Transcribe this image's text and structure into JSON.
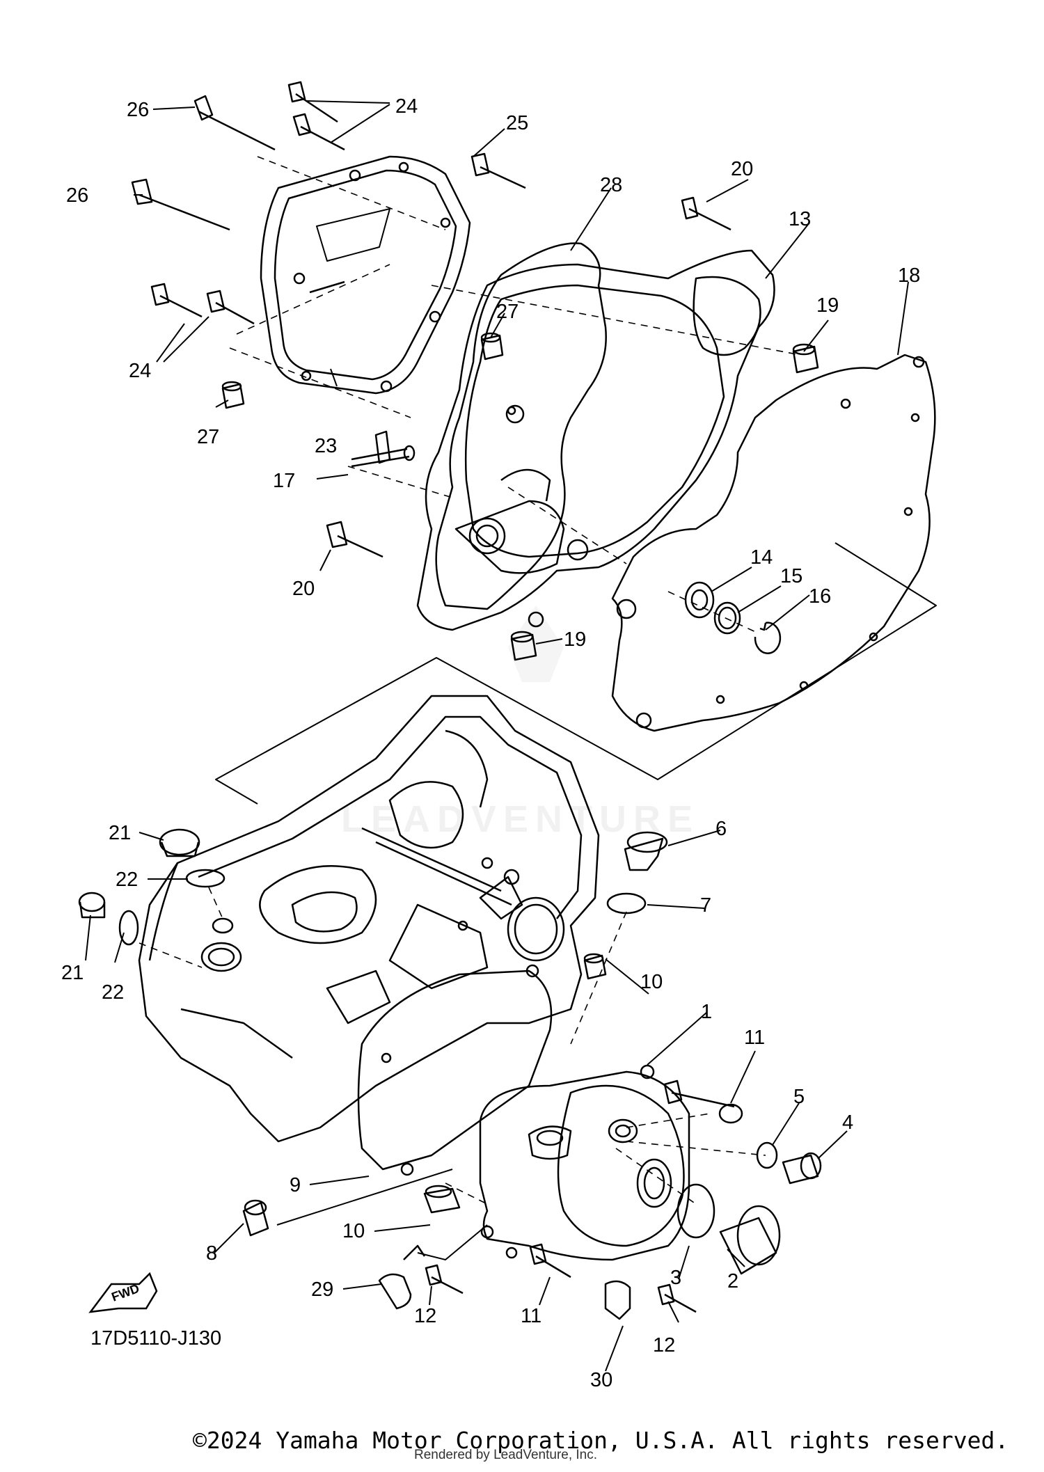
{
  "diagram": {
    "code": "17D5110-J130",
    "fwd_badge": "FWD",
    "watermark": "LEADVENTURE",
    "part_callouts": [
      "1",
      "2",
      "3",
      "4",
      "5",
      "6",
      "7",
      "8",
      "9",
      "10",
      "10",
      "11",
      "11",
      "12",
      "12",
      "13",
      "14",
      "15",
      "16",
      "17",
      "18",
      "19",
      "19",
      "20",
      "20",
      "21",
      "21",
      "22",
      "22",
      "23",
      "24",
      "24",
      "25",
      "26",
      "26",
      "27",
      "27",
      "28",
      "29",
      "30"
    ]
  },
  "footer": {
    "copyright": "©2024 Yamaha Motor Corporation, U.S.A. All rights reserved.",
    "rendered_by": "Rendered by LeadVenture, Inc."
  }
}
